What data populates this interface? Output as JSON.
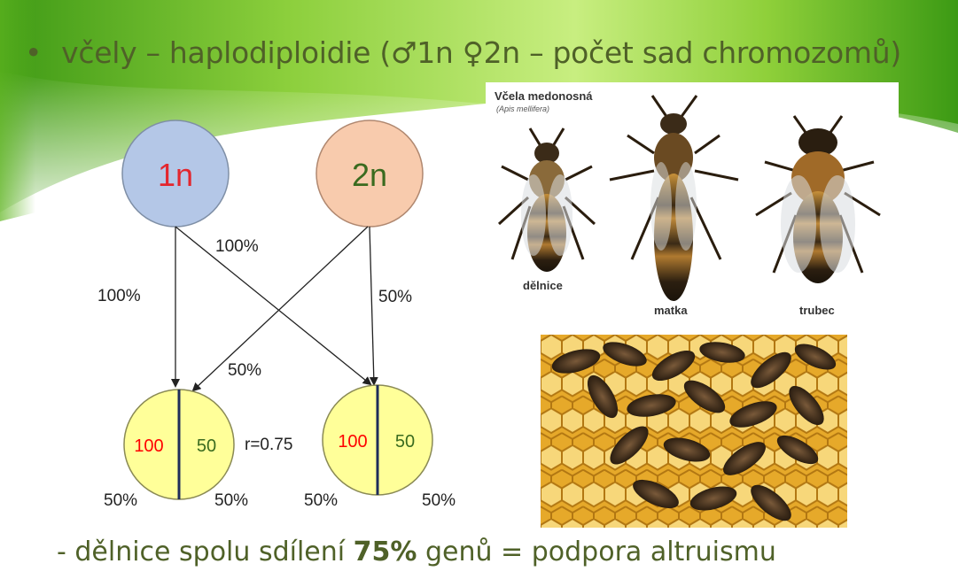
{
  "slide": {
    "bullet": "•",
    "title": "včely – haplodiploidie (♂1n ♀2n – počet sad chromozomů)",
    "bottom_prefix": "- dělnice spolu sdílení ",
    "bottom_bold": "75%",
    "bottom_suffix": " genů = podpora altruismu"
  },
  "diagram": {
    "parent_male": "1n",
    "parent_female": "2n",
    "edge_male_left": "100%",
    "edge_male_cross": "100%",
    "edge_female_cross": "50%",
    "edge_female_right": "50%",
    "offspring_left": {
      "left": "100",
      "right": "50",
      "bottom_left": "50%",
      "bottom_right": "50%"
    },
    "offspring_right": {
      "left": "100",
      "right": "50",
      "bottom_left": "50%",
      "bottom_right": "50%"
    },
    "relatedness": "r=0.75"
  },
  "bees": {
    "title": "Včela medonosná",
    "subtitle": "(Apis mellifera)",
    "worker": "dělnice",
    "queen": "matka",
    "drone": "trubec"
  },
  "colors": {
    "male_fill": "#b4c7e7",
    "female_fill": "#f8cbad",
    "offspring_fill": "#ffff99",
    "red_value": "#ff0000",
    "green_value": "#3a6b1f",
    "text_green": "#4f6128"
  },
  "icons": [
    "bee-worker-illustration",
    "bee-queen-illustration",
    "bee-drone-illustration",
    "honeycomb-photo"
  ]
}
